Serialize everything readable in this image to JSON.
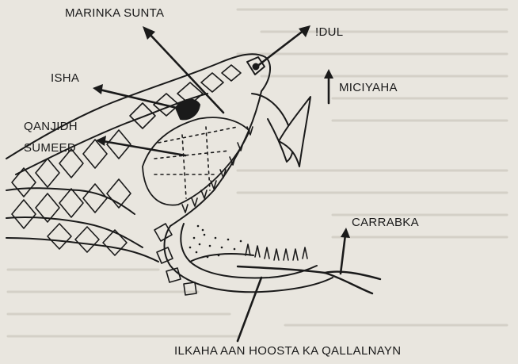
{
  "labels": {
    "marinka_sunta": "MARINKA SUNTA",
    "dul": "!DUL",
    "isha": "ISHA",
    "miciyaha": "MICIYAHA",
    "qanjidh": "QANJIDH",
    "sumeed": "SUMEED",
    "carrabka": "CARRABKA",
    "ilkaha": "ILKAHA AAN HOOSTA KA QALLALNAYN"
  },
  "colors": {
    "ink": "#1a1a1a",
    "paper": "#e9e6df",
    "faded_text": "#c9c5bc"
  }
}
